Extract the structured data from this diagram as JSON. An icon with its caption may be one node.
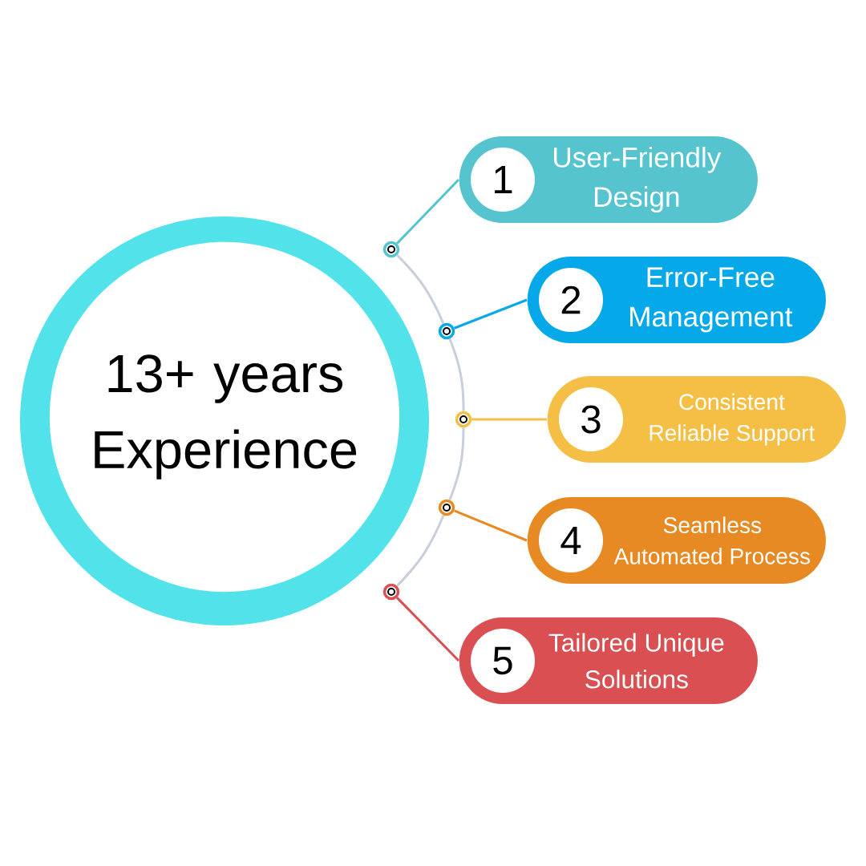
{
  "diagram": {
    "nodes": [
      {
        "text": [
          "13+ years Experience"
        ]
      },
      {
        "text": [
          "User-Friendly Design"
        ]
      },
      {
        "text": [
          "1"
        ],
        "in": 1
      },
      {
        "text": [
          "Error-Free Management"
        ]
      },
      {
        "text": [
          "2"
        ],
        "in": 3
      },
      {
        "text": [
          "Consistent Reliable Support"
        ]
      },
      {
        "text": [
          "3"
        ],
        "in": 5
      },
      {
        "text": [
          "Seamless Automated Process"
        ]
      },
      {
        "text": [
          "4"
        ],
        "in": 7
      },
      {
        "text": [
          "Tailored Unique Solutions"
        ]
      },
      {
        "text": [
          "5"
        ],
        "in": 9
      },
      {
        "text": [],
        "shape": "circle"
      },
      {
        "text": [],
        "shape": "circle"
      },
      {
        "text": [],
        "shape": "circle"
      },
      {
        "text": [],
        "shape": "circle"
      },
      {
        "text": [],
        "shape": "circle"
      }
    ],
    "edges": [
      {
        "from": 11,
        "to": 1,
        "arrow": "none",
        "color": "#55c4cf"
      },
      {
        "from": 12,
        "to": 3,
        "arrow": "none",
        "color": "#05a8e8"
      },
      {
        "from": 13,
        "to": 5,
        "arrow": "none",
        "color": "#f5bf45"
      },
      {
        "from": 14,
        "to": 7,
        "arrow": "none",
        "color": "#e88a23"
      },
      {
        "from": 15,
        "to": 9,
        "arrow": "none",
        "color": "#da4f52"
      },
      {
        "from": 11,
        "to": 12,
        "arrow": "none",
        "color": "#c8ceda"
      },
      {
        "from": 12,
        "to": 13,
        "arrow": "none",
        "color": "#c8ceda"
      },
      {
        "from": 13,
        "to": 14,
        "arrow": "none",
        "color": "#c8ceda"
      },
      {
        "from": 14,
        "to": 15,
        "arrow": "none",
        "color": "#c8ceda"
      }
    ]
  }
}
